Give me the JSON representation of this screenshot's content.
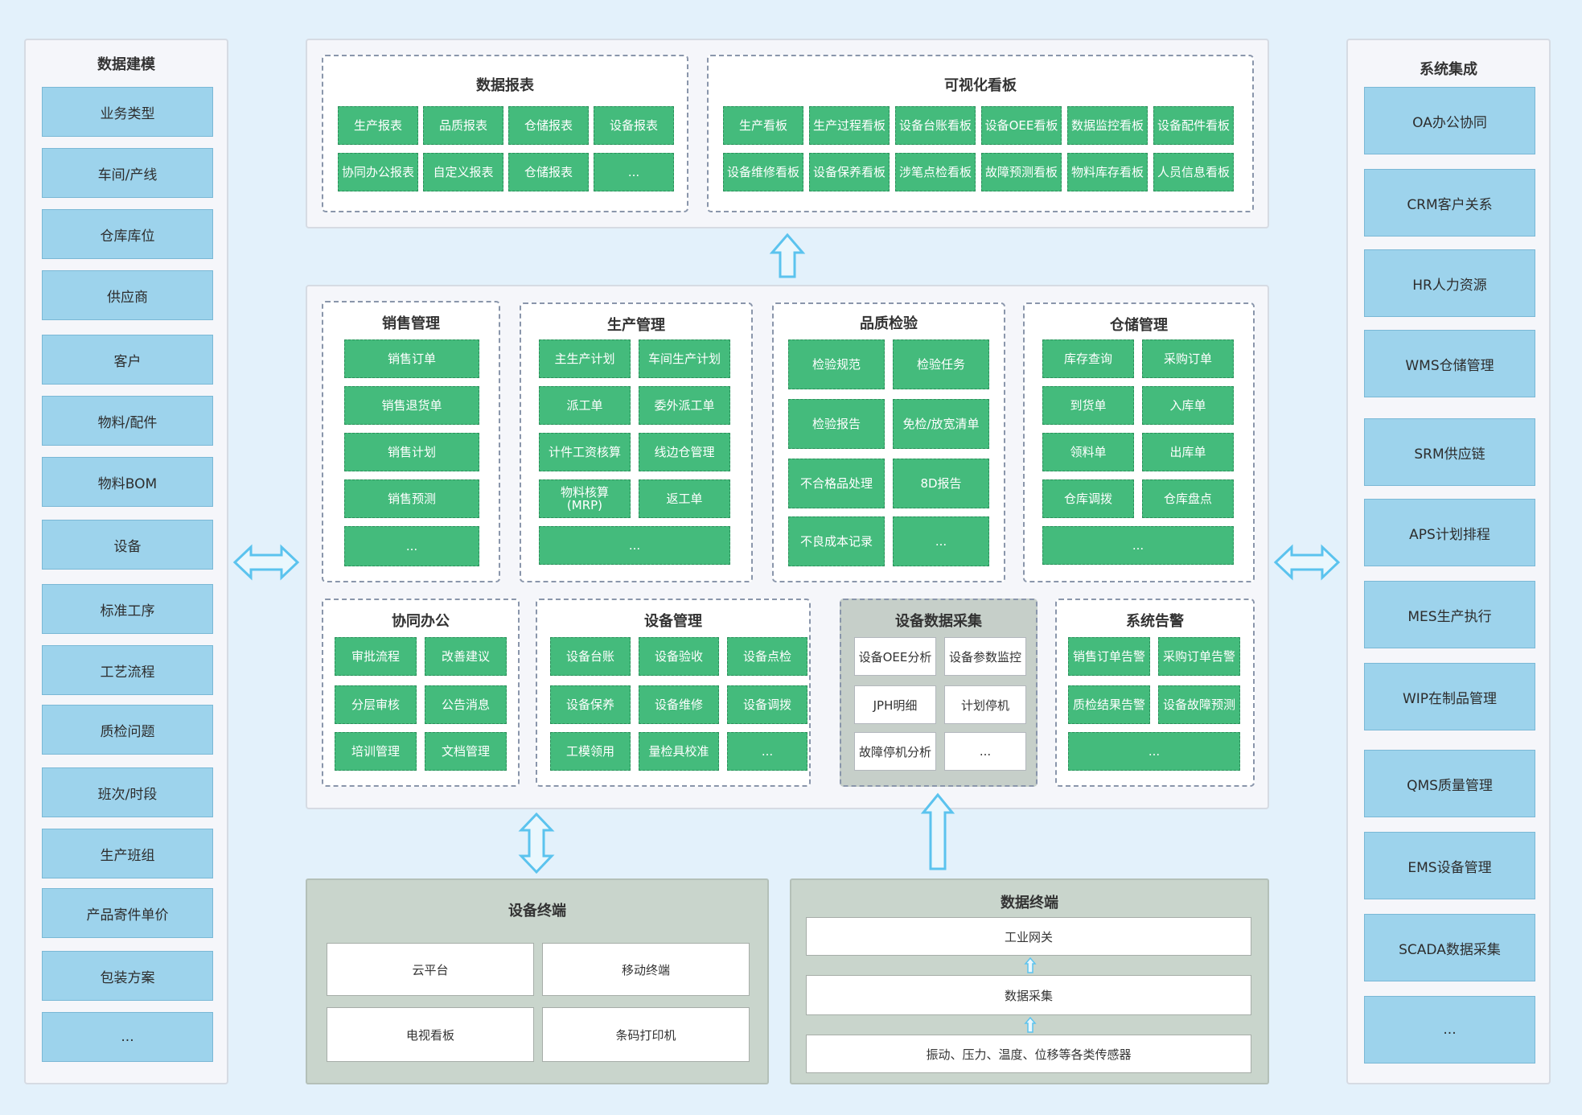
{
  "left_panel": {
    "title": "数据建模",
    "items": [
      "业务类型",
      "车间/产线",
      "仓库库位",
      "供应商",
      "客户",
      "物料/配件",
      "物料BOM",
      "设备",
      "标准工序",
      "工艺流程",
      "质检问题",
      "班次/时段",
      "生产班组",
      "产品寄件单价",
      "包装方案",
      "..."
    ]
  },
  "right_panel": {
    "title": "系统集成",
    "items": [
      "OA办公协同",
      "CRM客户关系",
      "HR人力资源",
      "WMS仓储管理",
      "SRM供应链",
      "APS计划排程",
      "MES生产执行",
      "WIP在制品管理",
      "QMS质量管理",
      "EMS设备管理",
      "SCADA数据采集",
      "..."
    ]
  },
  "reports": {
    "title": "数据报表",
    "items": [
      "生产报表",
      "品质报表",
      "仓储报表",
      "设备报表",
      "协同办公报表",
      "自定义报表",
      "仓储报表",
      "..."
    ]
  },
  "dashboards": {
    "title": "可视化看板",
    "items": [
      "生产看板",
      "生产过程看板",
      "设备台账看板",
      "设备OEE看板",
      "数据监控看板",
      "设备配件看板",
      "设备维修看板",
      "设备保养看板",
      "涉笔点检看板",
      "故障预测看板",
      "物料库存看板",
      "人员信息看板"
    ]
  },
  "sales": {
    "title": "销售管理",
    "items": [
      "销售订单",
      "销售退货单",
      "销售计划",
      "销售预测",
      "..."
    ]
  },
  "production": {
    "title": "生产管理",
    "items": [
      "主生产计划",
      "车间生产计划",
      "派工单",
      "委外派工单",
      "计件工资核算",
      "线边仓管理",
      "物料核算\n(MRP)",
      "返工单",
      "..."
    ]
  },
  "quality": {
    "title": "品质检验",
    "items": [
      "检验规范",
      "检验任务",
      "检验报告",
      "免检/放宽清单",
      "不合格品处理",
      "8D报告",
      "不良成本记录",
      "..."
    ]
  },
  "warehouse": {
    "title": "仓储管理",
    "items": [
      "库存查询",
      "采购订单",
      "到货单",
      "入库单",
      "领料单",
      "出库单",
      "仓库调拨",
      "仓库盘点",
      "..."
    ]
  },
  "office": {
    "title": "协同办公",
    "items": [
      "审批流程",
      "改善建议",
      "分层审核",
      "公告消息",
      "培训管理",
      "文档管理"
    ]
  },
  "equipment": {
    "title": "设备管理",
    "items": [
      "设备台账",
      "设备验收",
      "设备点检",
      "设备保养",
      "设备维修",
      "设备调拨",
      "工模领用",
      "量检具校准",
      "..."
    ]
  },
  "collection": {
    "title": "设备数据采集",
    "items": [
      "设备OEE分析",
      "设备参数监控",
      "JPH明细",
      "计划停机",
      "故障停机分析",
      "..."
    ]
  },
  "alarm": {
    "title": "系统告警",
    "items": [
      "销售订单告警",
      "采购订单告警",
      "质检结果告警",
      "设备故障预测",
      "..."
    ]
  },
  "device_terminal": {
    "title": "设备终端",
    "items": [
      "云平台",
      "移动终端",
      "电视看板",
      "条码打印机"
    ]
  },
  "data_terminal": {
    "title": "数据终端",
    "items": [
      "工业网关",
      "数据采集",
      "振动、压力、温度、位移等各类传感器"
    ]
  },
  "colors": {
    "background": "#e3f1fb",
    "green": "#44bb7c",
    "blue_item": "#9dd3ec",
    "arrow": "#5bc3ee",
    "grey_group": "#c6cfc9"
  }
}
